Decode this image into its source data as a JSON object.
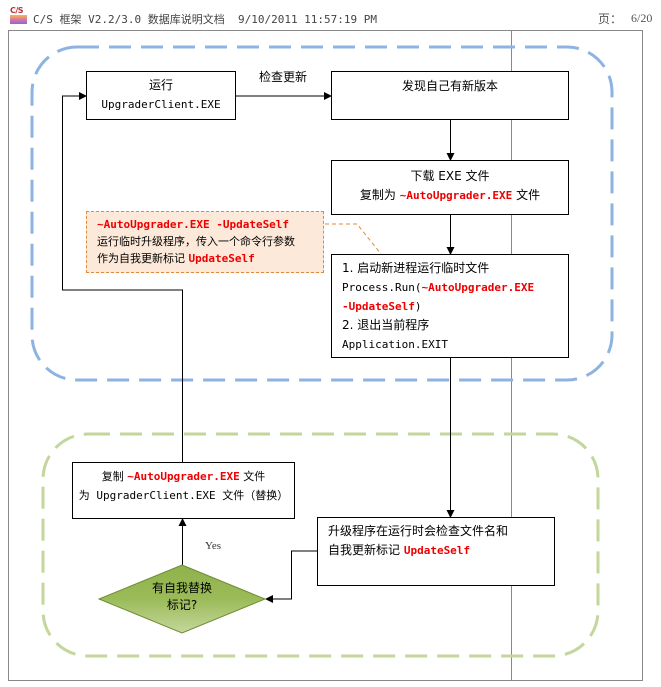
{
  "header": {
    "logo_text": "C/S",
    "doc_title": "C/S 框架 V2.2/3.0 数据库说明文档  9/10/2011 11:57:19 PM",
    "page_label": "页：",
    "page_number": "6/20"
  },
  "colors": {
    "update_group_border": "#8db3e2",
    "replace_group_border": "#c3d69b",
    "highlight_text": "#ee0000",
    "callout_fill": "#fde9d9",
    "callout_border": "#e08a3c",
    "decision_fill": "#9bbb59"
  },
  "nodes": {
    "run_client": {
      "line1": "运行",
      "line2": "UpgraderClient.EXE"
    },
    "check_update_label": "检查更新",
    "found_new_version": {
      "line1": "发现自己有新版本"
    },
    "download": {
      "line1": "下载 EXE 文件",
      "line2_prefix": "复制为 ",
      "line2_highlight": "~AutoUpgrader.EXE",
      "line2_suffix": " 文件"
    },
    "callout": {
      "line1_highlight": "~AutoUpgrader.EXE -UpdateSelf",
      "line2": "运行临时升级程序，传入一个命令行参数",
      "line3_prefix": "作为自我更新标记 ",
      "line3_highlight": "UpdateSelf"
    },
    "start_process": {
      "line1": "1.  启动新进程运行临时文件",
      "line2_prefix": "Process.Run(",
      "line2_highlight": "~AutoUpgrader.EXE",
      "line3_highlight": "-UpdateSelf",
      "line3_suffix": ")",
      "line4": "2.  退出当前程序",
      "line5": "Application.EXIT"
    },
    "copy_replace": {
      "line1_prefix": "复制 ",
      "line1_highlight": "~AutoUpgrader.EXE",
      "line1_suffix": " 文件",
      "line2": "为 UpgraderClient.EXE 文件（替换）"
    },
    "check_filename": {
      "line1": "升级程序在运行时会检查文件名和",
      "line2_prefix": "自我更新标记 ",
      "line2_highlight": "UpdateSelf"
    },
    "decision": {
      "line1": "有自我替换",
      "line2": "标记?"
    },
    "yes_label": "Yes"
  }
}
